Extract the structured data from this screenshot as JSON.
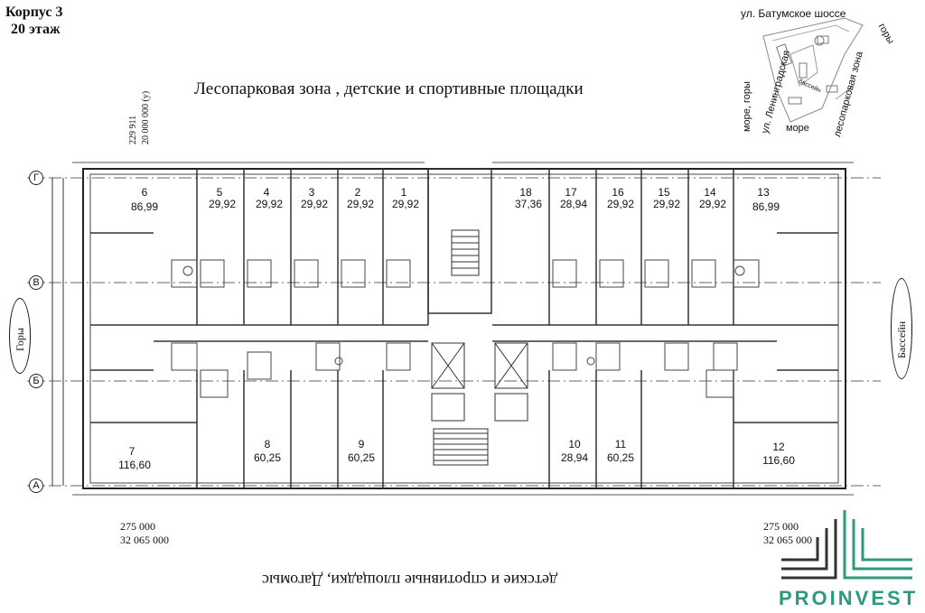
{
  "header": {
    "building": "Корпус 3",
    "floor": "20 этаж"
  },
  "headings": {
    "top": "Лесопарковая зона , детские и спортивные площадки",
    "bottom": "детские и спротивные площадки, Дагомыс"
  },
  "coordinates": {
    "vertical_a": "229 911",
    "vertical_b": "20 000 000 (y)",
    "left_a": "275 000",
    "left_b": "32 065 000",
    "right_a": "275 000",
    "right_b": "32 065 000"
  },
  "sides": {
    "left": "Горы",
    "right": "Бассейн"
  },
  "axes": {
    "g": "Г",
    "v": "В",
    "b": "Б",
    "a": "А"
  },
  "apartments": [
    {
      "number": "6",
      "area": "86,99"
    },
    {
      "number": "5",
      "area": "29,92"
    },
    {
      "number": "4",
      "area": "29,92"
    },
    {
      "number": "3",
      "area": "29,92"
    },
    {
      "number": "2",
      "area": "29,92"
    },
    {
      "number": "1",
      "area": "29,92"
    },
    {
      "number": "18",
      "area": "37,36"
    },
    {
      "number": "17",
      "area": "28,94"
    },
    {
      "number": "16",
      "area": "29,92"
    },
    {
      "number": "15",
      "area": "29,92"
    },
    {
      "number": "14",
      "area": "29,92"
    },
    {
      "number": "13",
      "area": "86,99"
    },
    {
      "number": "7",
      "area": "116,60"
    },
    {
      "number": "8",
      "area": "60,25"
    },
    {
      "number": "9",
      "area": "60,25"
    },
    {
      "number": "10",
      "area": "28,94"
    },
    {
      "number": "11",
      "area": "60,25"
    },
    {
      "number": "12",
      "area": "116,60"
    }
  ],
  "site_map": {
    "street_top": "ул. Батумское шоссе",
    "mountains": "горы",
    "sea_mountains": "море, горы",
    "street_left": "ул. Ленинградская",
    "sea": "море",
    "forest": "лесопарковая зона",
    "pool": "бассейн"
  },
  "logo": {
    "text": "PROINVEST",
    "color": "#2b9a7d"
  }
}
